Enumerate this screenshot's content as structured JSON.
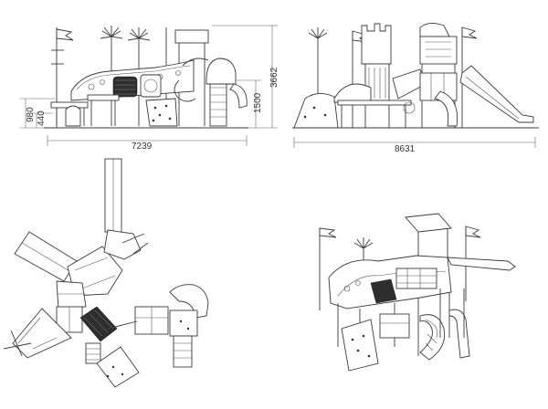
{
  "views": {
    "front": {
      "dimensions": {
        "width": "7239",
        "height_total": "3662",
        "height_platform_high": "1500",
        "height_platform_mid": "980",
        "height_platform_low": "440"
      }
    },
    "side": {
      "dimensions": {
        "width": "8631"
      }
    },
    "plan": {},
    "perspective": {}
  },
  "colors": {
    "line": "#3a3a3a",
    "dimension": "#666666",
    "background": "#ffffff",
    "tunnel": "#2e2e2e"
  }
}
